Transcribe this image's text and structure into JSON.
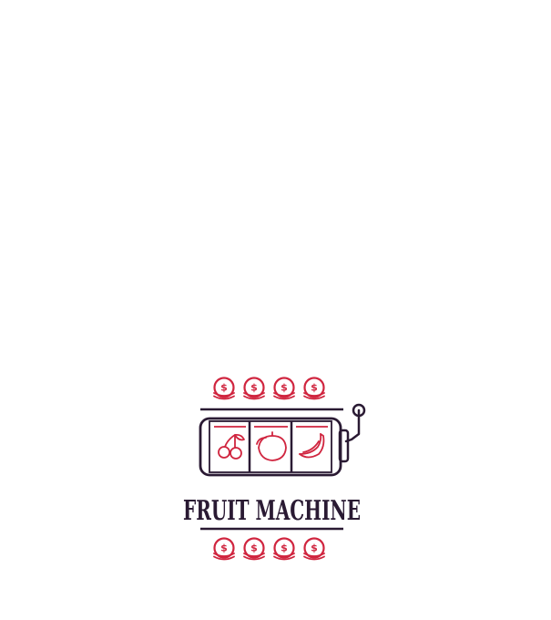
{
  "logo": {
    "brand_name": "FRUIT MACHINE",
    "coin_symbol": "$",
    "top_coins": 4,
    "bottom_coins": 4,
    "reel_icons": [
      "cherry-icon",
      "lemon-icon",
      "banana-icon"
    ],
    "colors": {
      "background": "#ffffff",
      "dark": "#2a1a33",
      "accent": "#d0253f"
    }
  }
}
